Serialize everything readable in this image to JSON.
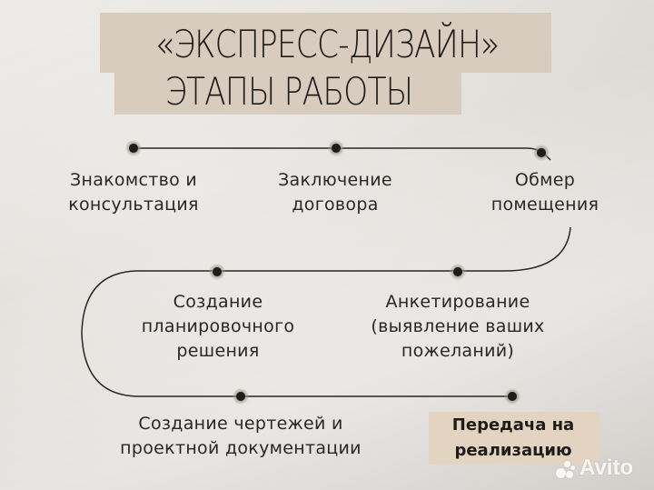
{
  "title": {
    "line1": "«ЭКСПРЕСС-ДИЗАЙН»",
    "line2": "ЭТАПЫ РАБОТЫ"
  },
  "steps": [
    {
      "lines": [
        "Знакомство и",
        "консультация"
      ]
    },
    {
      "lines": [
        "Заключение",
        "договора"
      ]
    },
    {
      "lines": [
        "Обмер",
        "помещения"
      ]
    },
    {
      "lines": [
        "Анкетирование",
        "(выявление ваших",
        "пожеланий)"
      ]
    },
    {
      "lines": [
        "Создание",
        "планировочного",
        "решения"
      ]
    },
    {
      "lines": [
        "Создание чертежей и",
        "проектной документации"
      ]
    },
    {
      "lines": [
        "Передача на",
        "реализацию"
      ]
    }
  ],
  "watermark": {
    "text": "Avito"
  },
  "colors": {
    "title_box": "#d8ccbe",
    "final_box": "#e2d4c0",
    "line": "#2a2624",
    "dot": "#1f1b19",
    "dot_halo": "#9a9590"
  }
}
